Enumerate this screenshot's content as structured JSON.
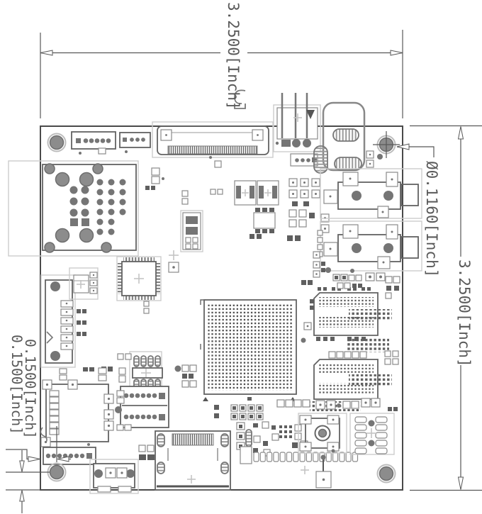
{
  "drawing": {
    "type": "pcb-mechanical-dimension-drawing",
    "units": "Inch",
    "dimensions": {
      "board_width_top": "3.2500[Inch]",
      "board_height_right": "3.2500[Inch]",
      "hole_diameter": "Ø0.1160[Inch]",
      "hole_offset_x": "0.1500[Inch]",
      "hole_offset_y": "0.1500[Inch]"
    },
    "colors": {
      "line": "#585858",
      "light_outline": "#cccccc",
      "pad_fill": "#757575",
      "hole_fill": "#8c8c8c",
      "background": "#ffffff"
    }
  }
}
